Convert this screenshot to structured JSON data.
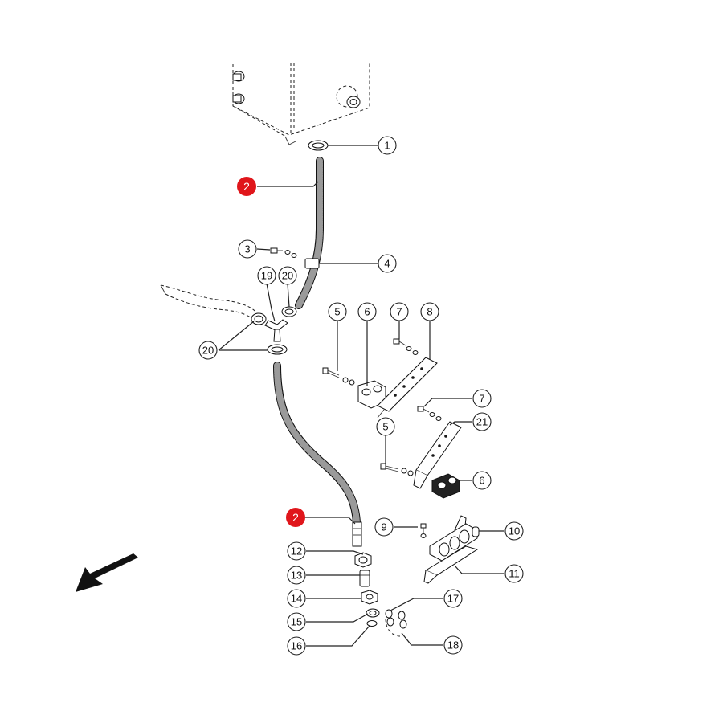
{
  "colors": {
    "highlight": "#e0161b",
    "line": "#222222",
    "hose_inner": "#9a9a9a",
    "background": "#ffffff"
  },
  "callouts": [
    {
      "id": "c1",
      "label": "1"
    },
    {
      "id": "c2a",
      "label": "2",
      "highlight": true
    },
    {
      "id": "c2b",
      "label": "2",
      "highlight": true
    },
    {
      "id": "c3",
      "label": "3"
    },
    {
      "id": "c4",
      "label": "4"
    },
    {
      "id": "c19",
      "label": "19"
    },
    {
      "id": "c20a",
      "label": "20"
    },
    {
      "id": "c20b",
      "label": "20"
    },
    {
      "id": "c5a",
      "label": "5"
    },
    {
      "id": "c6a",
      "label": "6"
    },
    {
      "id": "c7a",
      "label": "7"
    },
    {
      "id": "c8",
      "label": "8"
    },
    {
      "id": "c7b",
      "label": "7"
    },
    {
      "id": "c21",
      "label": "21"
    },
    {
      "id": "c5b",
      "label": "5"
    },
    {
      "id": "c6b",
      "label": "6"
    },
    {
      "id": "c9",
      "label": "9"
    },
    {
      "id": "c10",
      "label": "10"
    },
    {
      "id": "c11",
      "label": "11"
    },
    {
      "id": "c12",
      "label": "12"
    },
    {
      "id": "c13",
      "label": "13"
    },
    {
      "id": "c14",
      "label": "14"
    },
    {
      "id": "c15",
      "label": "15"
    },
    {
      "id": "c16",
      "label": "16"
    },
    {
      "id": "c17",
      "label": "17"
    },
    {
      "id": "c18",
      "label": "18"
    }
  ],
  "icons": {
    "direction_arrow": "arrow-down-left-icon"
  }
}
